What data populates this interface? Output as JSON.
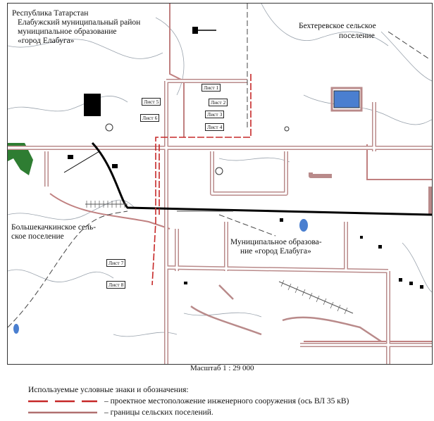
{
  "map": {
    "title": [
      "Республика Татарстан",
      "Елабужский  муниципальный район",
      "муниципальное образование",
      "«город Елабуга»"
    ],
    "regions": {
      "bekhterevskoe": [
        "Бехтеревское сельское",
        "поселение"
      ],
      "bolsheshachkinskoe": [
        "Большекачкинское сель-",
        "ское поселение"
      ],
      "municipal": [
        "Муниципальное образова-",
        "ние «город Елабуга»"
      ]
    },
    "sheets": {
      "s1": "Лист 1",
      "s2": "Лист 2",
      "s3": "Лист 3",
      "s4": "Лист 4",
      "s5": "Лист 5",
      "s6": "Лист 6",
      "s7": "Лист 7",
      "s8": "Лист 8"
    },
    "scale": "Масштаб 1 : 29 000"
  },
  "legend": {
    "title": "Используемые условные знаки и обозначения:",
    "items": [
      {
        "text": "– проектное местоположение инженерного сооружения (ось ВЛ 35 кВ)",
        "color": "#c62828"
      },
      {
        "text": "– границы сельских поселений.",
        "color": "#b07070"
      }
    ]
  },
  "colors": {
    "road_outline": "#b98a8a",
    "road_fill": "#ffffff",
    "boundary": "#c08080",
    "railway": "#000000",
    "water": "#4a7fd0",
    "forest": "#2e7d32",
    "contour": "#9aa3ad",
    "projected_line": "#c62828"
  }
}
